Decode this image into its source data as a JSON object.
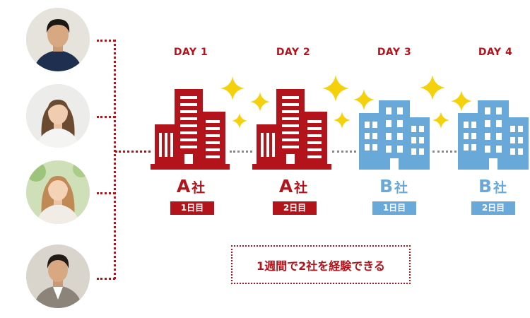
{
  "days": [
    "DAY 1",
    "DAY 2",
    "DAY 3",
    "DAY 4"
  ],
  "companies": [
    {
      "letter": "A",
      "suffix": "社",
      "badge": "1日目",
      "color": "#b3141b"
    },
    {
      "letter": "A",
      "suffix": "社",
      "badge": "2日目",
      "color": "#b3141b"
    },
    {
      "letter": "B",
      "suffix": "社",
      "badge": "1日目",
      "color": "#69a9d9"
    },
    {
      "letter": "B",
      "suffix": "社",
      "badge": "2日目",
      "color": "#69a9d9"
    }
  ],
  "summary": "1週間で2社を経験できる",
  "colors": {
    "accent": "#b3141b",
    "secondary": "#69a9d9",
    "sparkle": "#f5d10c"
  },
  "icons": [
    "person-photo-icon",
    "building-icon",
    "sparkle-icon"
  ]
}
